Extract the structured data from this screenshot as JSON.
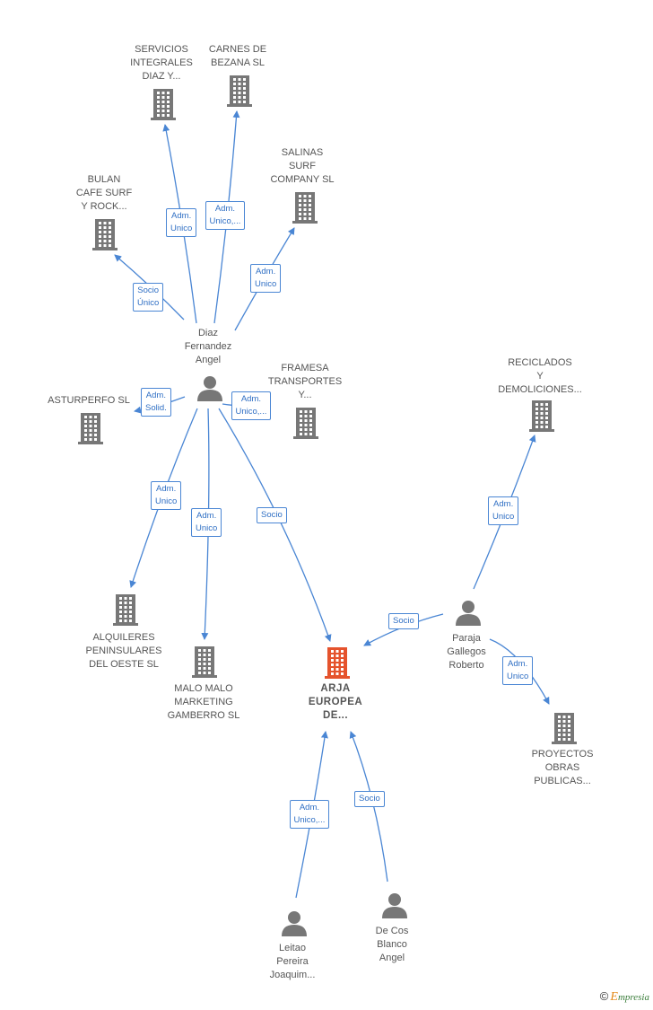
{
  "colors": {
    "edge": "#4a86d4",
    "node": "#777777",
    "main": "#e5532d"
  },
  "nodes": [
    {
      "id": "servicios",
      "kind": "company",
      "lines": [
        "SERVICIOS",
        "INTEGRALES",
        "DIAZ Y..."
      ]
    },
    {
      "id": "carnes",
      "kind": "company",
      "lines": [
        "CARNES DE",
        "BEZANA SL"
      ]
    },
    {
      "id": "salinas",
      "kind": "company",
      "lines": [
        "SALINAS",
        "SURF",
        "COMPANY  SL"
      ]
    },
    {
      "id": "bulan",
      "kind": "company",
      "lines": [
        "BULAN",
        "CAFE SURF",
        "Y ROCK..."
      ]
    },
    {
      "id": "diaz",
      "kind": "person",
      "lines": [
        "Diaz",
        "Fernandez",
        "Angel"
      ]
    },
    {
      "id": "framesa",
      "kind": "company",
      "lines": [
        "FRAMESA",
        "TRANSPORTES",
        "Y..."
      ]
    },
    {
      "id": "asturperfo",
      "kind": "company",
      "lines": [
        "ASTURPERFO SL"
      ]
    },
    {
      "id": "reciclados",
      "kind": "company",
      "lines": [
        "RECICLADOS",
        "Y",
        "DEMOLICIONES..."
      ]
    },
    {
      "id": "alquileres",
      "kind": "company",
      "lines": [
        "ALQUILERES",
        "PENINSULARES",
        "DEL OESTE  SL"
      ]
    },
    {
      "id": "malomalo",
      "kind": "company",
      "lines": [
        "MALO MALO",
        "MARKETING",
        "GAMBERRO SL"
      ]
    },
    {
      "id": "arja",
      "kind": "main",
      "lines": [
        "ARJA",
        "EUROPEA",
        "DE..."
      ]
    },
    {
      "id": "paraja",
      "kind": "person",
      "lines": [
        "Paraja",
        "Gallegos",
        "Roberto"
      ]
    },
    {
      "id": "proyectos",
      "kind": "company",
      "lines": [
        "PROYECTOS",
        "OBRAS",
        "PUBLICAS..."
      ]
    },
    {
      "id": "leitao",
      "kind": "person",
      "lines": [
        "Leitao",
        "Pereira",
        "Joaquim..."
      ]
    },
    {
      "id": "decos",
      "kind": "person",
      "lines": [
        "De Cos",
        "Blanco",
        "Angel"
      ]
    }
  ],
  "edges": [
    {
      "from": "diaz",
      "to": "servicios",
      "lines": [
        "Adm.",
        "Unico"
      ]
    },
    {
      "from": "diaz",
      "to": "carnes",
      "lines": [
        "Adm.",
        "Unico,..."
      ]
    },
    {
      "from": "diaz",
      "to": "salinas",
      "lines": [
        "Adm.",
        "Unico"
      ]
    },
    {
      "from": "diaz",
      "to": "bulan",
      "lines": [
        "Socio",
        "Único"
      ]
    },
    {
      "from": "diaz",
      "to": "asturperfo",
      "lines": [
        "Adm.",
        "Solid."
      ]
    },
    {
      "from": "diaz",
      "to": "framesa",
      "lines": [
        "Adm.",
        "Unico,..."
      ]
    },
    {
      "from": "diaz",
      "to": "alquileres",
      "lines": [
        "Adm.",
        "Unico"
      ]
    },
    {
      "from": "diaz",
      "to": "malomalo",
      "lines": [
        "Adm.",
        "Unico"
      ]
    },
    {
      "from": "diaz",
      "to": "arja",
      "lines": [
        "Socio"
      ]
    },
    {
      "from": "paraja",
      "to": "reciclados",
      "lines": [
        "Adm.",
        "Unico"
      ]
    },
    {
      "from": "paraja",
      "to": "arja",
      "lines": [
        "Socio"
      ]
    },
    {
      "from": "paraja",
      "to": "proyectos",
      "lines": [
        "Adm.",
        "Unico"
      ]
    },
    {
      "from": "leitao",
      "to": "arja",
      "lines": [
        "Adm.",
        "Unico,..."
      ]
    },
    {
      "from": "decos",
      "to": "arja",
      "lines": [
        "Socio"
      ]
    }
  ],
  "footer": {
    "copyright": "©",
    "brand_initial": "E",
    "brand_rest": "mpresia"
  }
}
